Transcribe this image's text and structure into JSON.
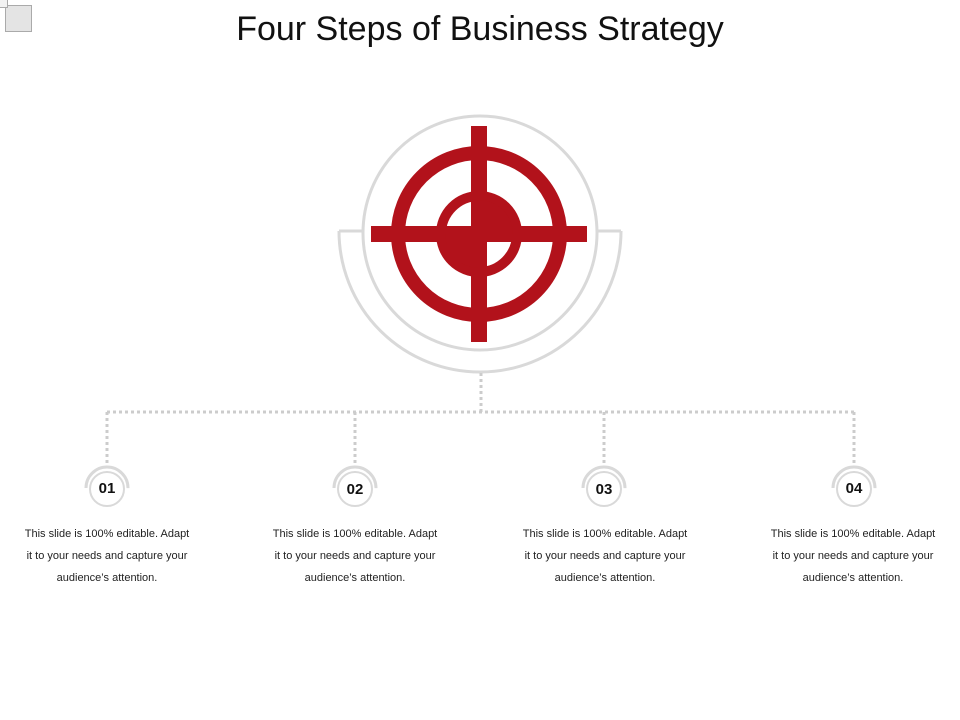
{
  "title": "Four Steps of Business Strategy",
  "colors": {
    "accent": "#b2121b",
    "ring": "#d9d9d9",
    "connector": "#cccccc"
  },
  "center_icon": "target-crosshair-icon",
  "steps": [
    {
      "number": "01",
      "description": "This slide is 100% editable. Adapt it to your needs and capture your audience’s attention."
    },
    {
      "number": "02",
      "description": "This slide is 100% editable. Adapt it to your needs and capture your audience’s attention."
    },
    {
      "number": "03",
      "description": "This slide is 100% editable. Adapt it to your needs and capture your audience’s attention."
    },
    {
      "number": "04",
      "description": "This slide is 100% editable. Adapt it to your needs and capture your audience’s attention."
    }
  ]
}
